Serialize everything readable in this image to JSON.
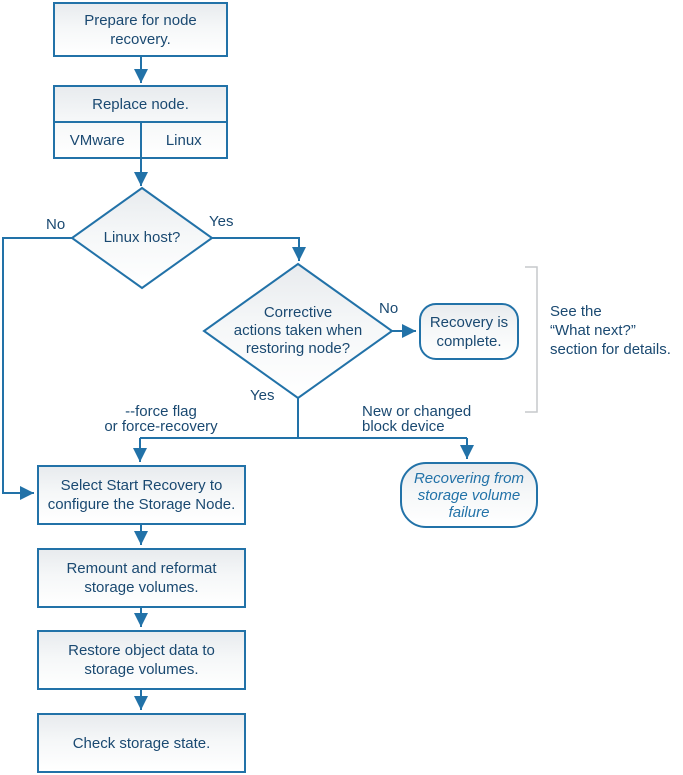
{
  "colors": {
    "line": "#2272a8",
    "text": "#1a4971",
    "italic_text": "#2272a8",
    "bracket": "#c6c9cc",
    "shape_fill_top": "#e8ebee",
    "shape_fill_bottom": "#ffffff"
  },
  "flow": {
    "prepare": {
      "label": "Prepare for node\nrecovery."
    },
    "replace": {
      "label": "Replace node.",
      "vmware": "VMware",
      "linux": "Linux"
    },
    "linux_host": {
      "label": "Linux host?",
      "no": "No",
      "yes": "Yes"
    },
    "corrective": {
      "label": "Corrective\nactions taken when\nrestoring node?",
      "no": "No",
      "yes": "Yes"
    },
    "recovery_complete": {
      "label": "Recovery is\ncomplete."
    },
    "note": {
      "text": "See the\n“What next?”\nsection for details."
    },
    "branch_labels": {
      "force": "--force flag\nor force-recovery",
      "block_device": "New or changed\nblock device"
    },
    "select_start": {
      "label": "Select Start Recovery to\nconfigure the Storage Node."
    },
    "recovering_volume": {
      "label": "Recovering from\nstorage volume\nfailure"
    },
    "remount": {
      "label": "Remount and reformat\nstorage volumes."
    },
    "restore": {
      "label": "Restore object data to\nstorage volumes."
    },
    "check": {
      "label": "Check storage state."
    }
  }
}
